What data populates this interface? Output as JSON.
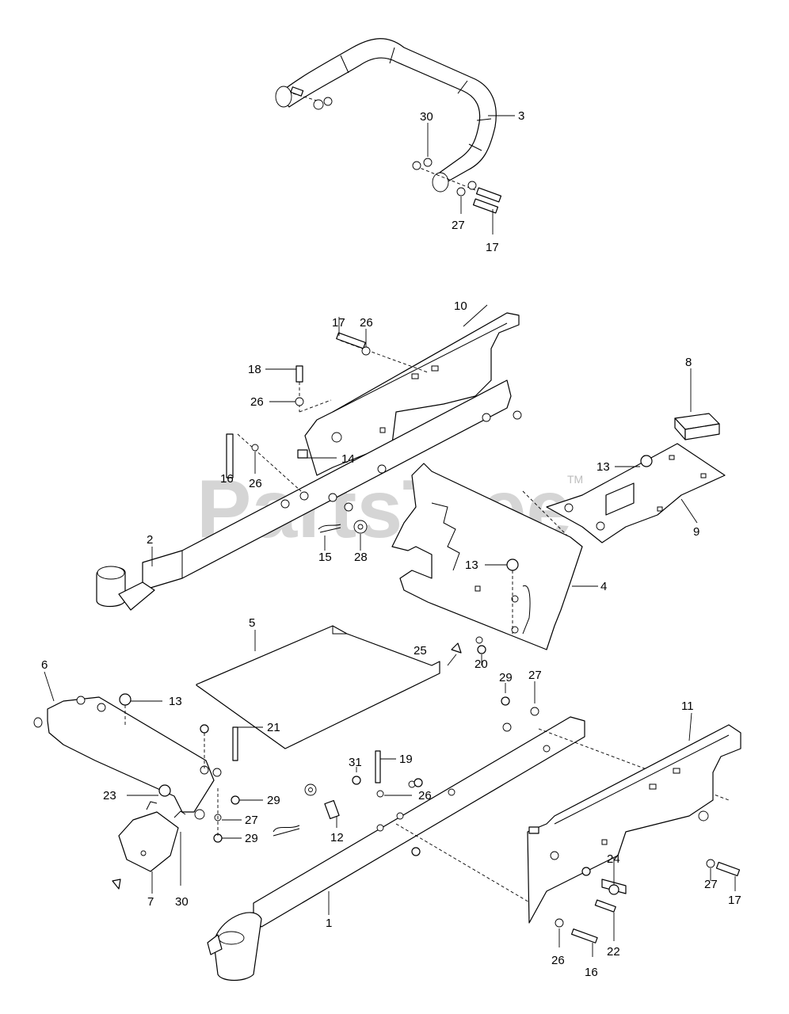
{
  "watermark": {
    "text": "PartsTree",
    "trademark": "TM"
  },
  "callouts": {
    "c1": "1",
    "c2": "2",
    "c3": "3",
    "c4": "4",
    "c5": "5",
    "c6": "6",
    "c7": "7",
    "c8": "8",
    "c9": "9",
    "c10": "10",
    "c11": "11",
    "c12": "12",
    "c13a": "13",
    "c13b": "13",
    "c13c": "13",
    "c14": "14",
    "c15": "15",
    "c16a": "16",
    "c16b": "16",
    "c17a": "17",
    "c17b": "17",
    "c17c": "17",
    "c18": "18",
    "c19": "19",
    "c20": "20",
    "c21": "21",
    "c22": "22",
    "c23": "23",
    "c24": "24",
    "c25": "25",
    "c26a": "26",
    "c26b": "26",
    "c26c": "26",
    "c26d": "26",
    "c26e": "26",
    "c27a": "27",
    "c27b": "27",
    "c27c": "27",
    "c27d": "27",
    "c28": "28",
    "c29a": "29",
    "c29b": "29",
    "c29c": "29",
    "c30a": "30",
    "c30b": "30",
    "c31": "31"
  }
}
